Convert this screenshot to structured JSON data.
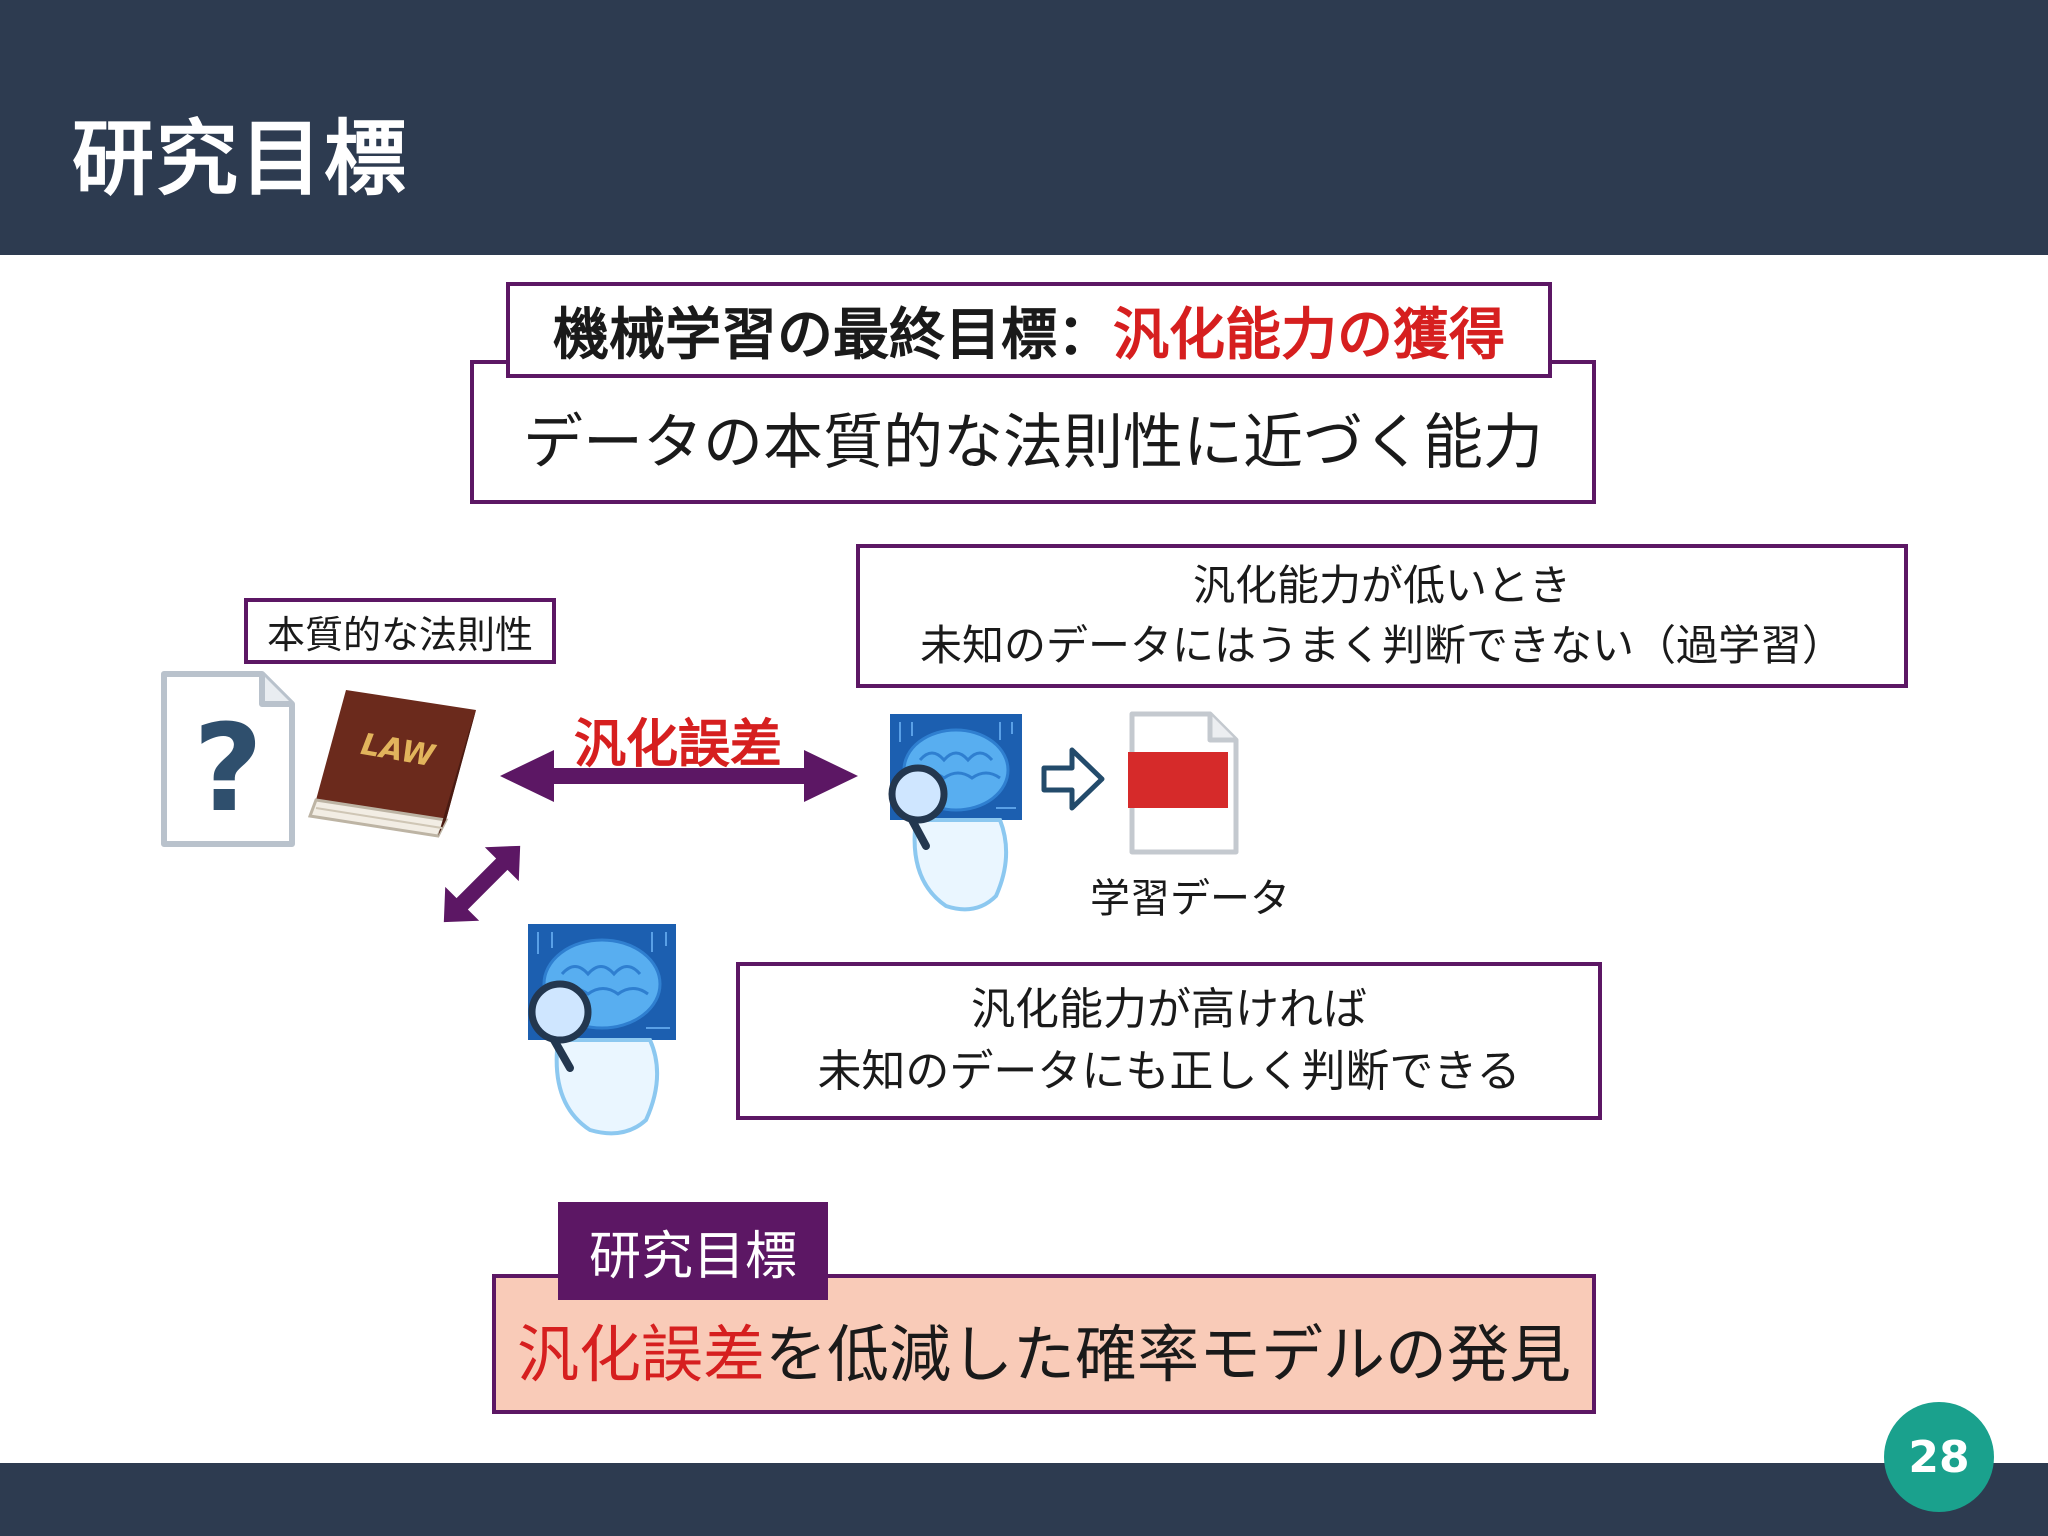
{
  "header": {
    "title": "研究目標"
  },
  "goal": {
    "title_prefix": "機械学習の最終目標：",
    "title_highlight": "汎化能力の獲得",
    "description": "データの本質的な法則性に近づく能力"
  },
  "left": {
    "law_label": "本質的な法則性",
    "book_text": "LAW",
    "question_mark": "?"
  },
  "generalization_error_label": "汎化誤差",
  "low_generalization": {
    "line1": "汎化能力が低いとき",
    "line2": "未知のデータにはうまく判断できない（過学習）"
  },
  "training_data_label": "学習データ",
  "high_generalization": {
    "line1": "汎化能力が高ければ",
    "line2": "未知のデータにも正しく判断できる"
  },
  "research_goal": {
    "tag": "研究目標",
    "highlight": "汎化誤差",
    "rest": "を低減した確率モデルの発見"
  },
  "page_number": "28",
  "colors": {
    "header_bg": "#2d3b50",
    "accent_purple": "#5c1764",
    "highlight_red": "#d61f1f",
    "goal_box_bg": "#f9cbb8",
    "page_badge": "#1aa18d"
  }
}
